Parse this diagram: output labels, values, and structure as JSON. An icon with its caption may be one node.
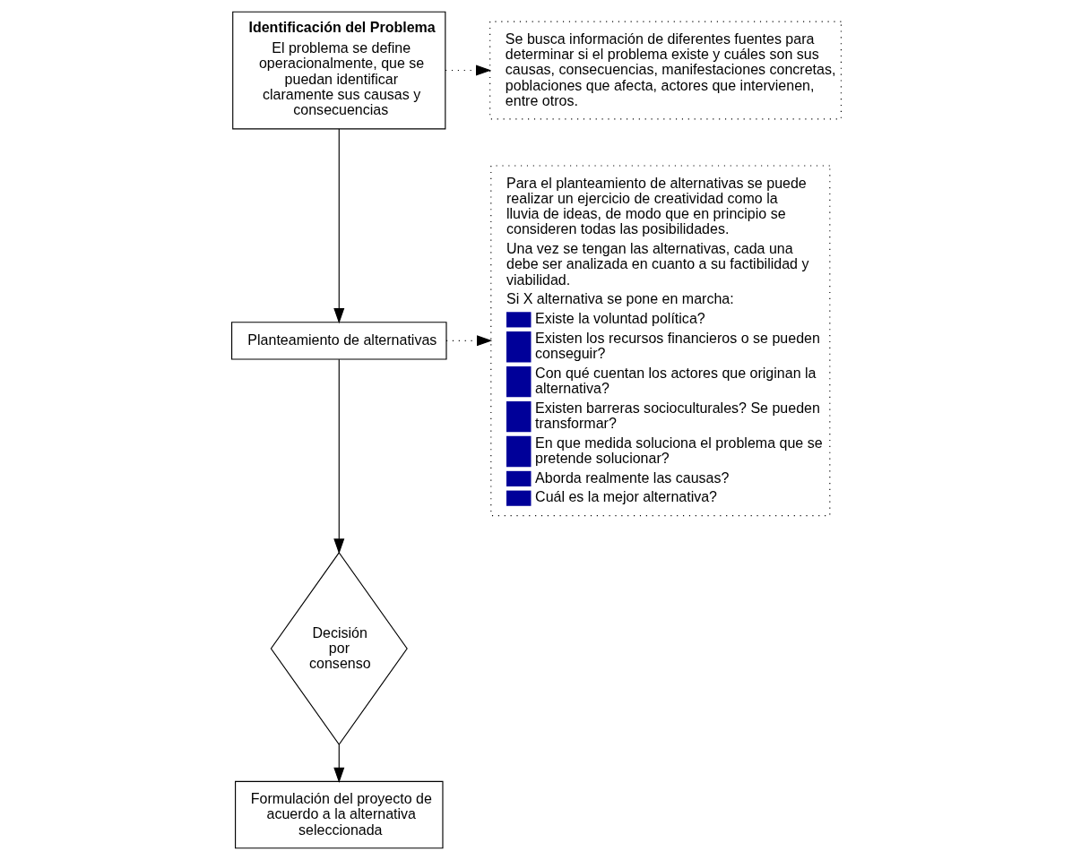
{
  "diagram": {
    "nodes": [
      {
        "text": [
          "Identificación del Problema",
          "El problema se define operacionalmente, que se puedan identificar claramente sus causas y consecuencias"
        ]
      },
      {
        "text": [
          "Se busca información de diferentes fuentes para determinar si el problema existe y cuáles son sus causas, consecuencias, manifestaciones concretas, poblaciones que afecta, actores que intervienen, entre otros."
        ]
      },
      {
        "text": [
          "Planteamiento de alternativas"
        ]
      },
      {
        "text": [
          "Para el planteamiento de alternativas se puede realizar un ejercicio de creatividad como la lluvia de ideas, de modo que en principio se consideren todas las posibilidades.",
          "Una vez se tengan las alternativas, cada una debe ser analizada en cuanto a su factibilidad y viabilidad.",
          "Si X alternativa se pone en marcha:",
          "Existe la voluntad política?",
          "Existen los recursos financieros o se pueden conseguir?",
          "Con qué cuentan los actores que originan la alternativa?",
          "Existen barreras socioculturales? Se pueden transformar?",
          "En que medida soluciona el problema que se pretende solucionar?",
          "Aborda realmente las causas?",
          "Cuál es la mejor alternativa?"
        ]
      },
      {
        "text": [
          "Decisión por consenso"
        ]
      },
      {
        "text": [
          "Formulación del proyecto de acuerdo a la alternativa seleccionada"
        ]
      }
    ],
    "edges": [
      {
        "from": 0,
        "to": 1,
        "arrow": "to",
        "style": "dashed"
      },
      {
        "from": 0,
        "to": 2,
        "arrow": "to"
      },
      {
        "from": 2,
        "to": 3,
        "arrow": "to",
        "style": "dashed"
      },
      {
        "from": 2,
        "to": 4,
        "arrow": "to"
      },
      {
        "from": 4,
        "to": 5,
        "arrow": "to"
      }
    ]
  }
}
